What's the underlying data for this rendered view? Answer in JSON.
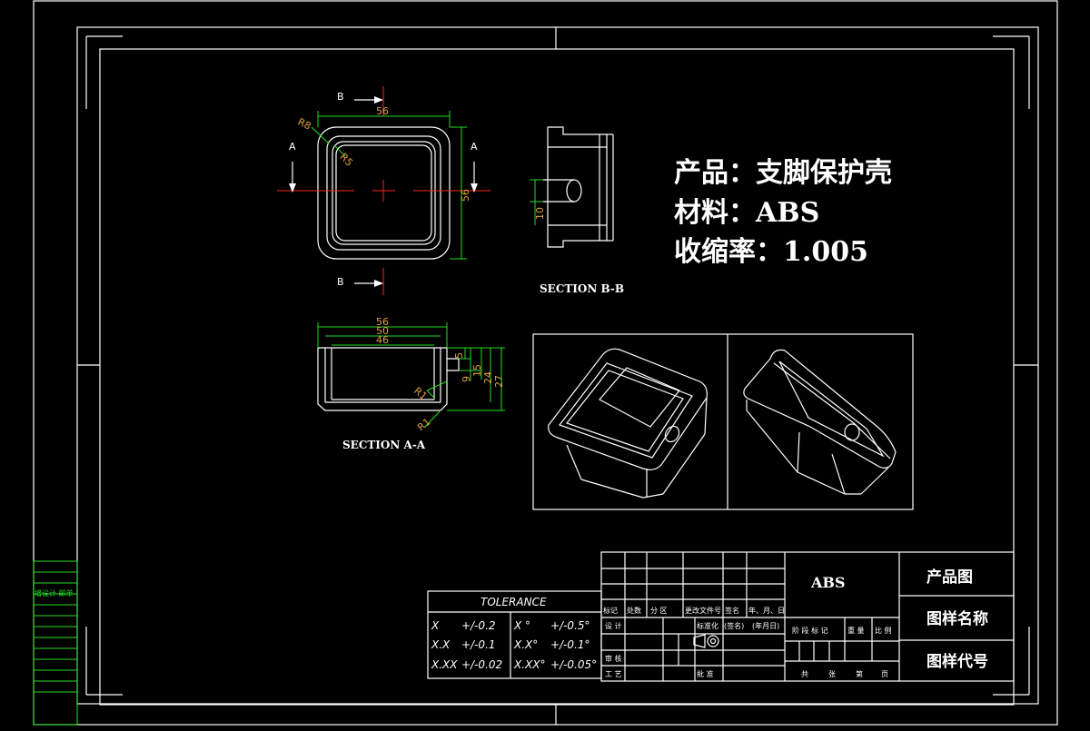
{
  "product": {
    "name": "产品：支脚保护壳",
    "material": "材料：ABS",
    "shrinkage": "收缩率：1.005"
  },
  "views": {
    "section_bb": "SECTION B-B",
    "section_aa": "SECTION A-A",
    "label_a": "A",
    "label_b": "B"
  },
  "dims_top": {
    "w": "56",
    "h": "56",
    "r1": "R8",
    "r2": "R5"
  },
  "dims_bb": {
    "d": "10"
  },
  "dims_aa": {
    "w1": "56",
    "w2": "50",
    "w3": "46",
    "h1": "5",
    "h2": "9",
    "h3": "15",
    "h4": "24",
    "h5": "27",
    "r1": "R1",
    "r2": "R1"
  },
  "side_label": "增设计 邮单",
  "tolerance": {
    "title": "TOLERANCE",
    "rows": [
      {
        "a": "X",
        "b": "+/-0.2",
        "c": "X °",
        "d": "+/-0.5°"
      },
      {
        "a": "X.X",
        "b": "+/-0.1",
        "c": "X.X°",
        "d": "+/-0.1°"
      },
      {
        "a": "X.XX",
        "b": "+/-0.02",
        "c": "X.XX°",
        "d": "+/-0.05°"
      }
    ]
  },
  "title_block": {
    "material_value": "ABS",
    "product_drawing": "产品图",
    "drawing_name": "图样名称",
    "drawing_code": "图样代号",
    "rev_headers": [
      "标记",
      "处数",
      "分 区",
      "更改文件号",
      "签名",
      "年、月、日"
    ],
    "design": "设 计",
    "standard": "标准化",
    "sign": "(签名)",
    "date": "(年月日)",
    "review": "审 核",
    "process": "工 艺",
    "approve": "批 准",
    "stage_headers": [
      "阶 段 标 记",
      "重 量",
      "比 例"
    ],
    "sheets": [
      "共",
      "张",
      "第",
      "页"
    ]
  }
}
